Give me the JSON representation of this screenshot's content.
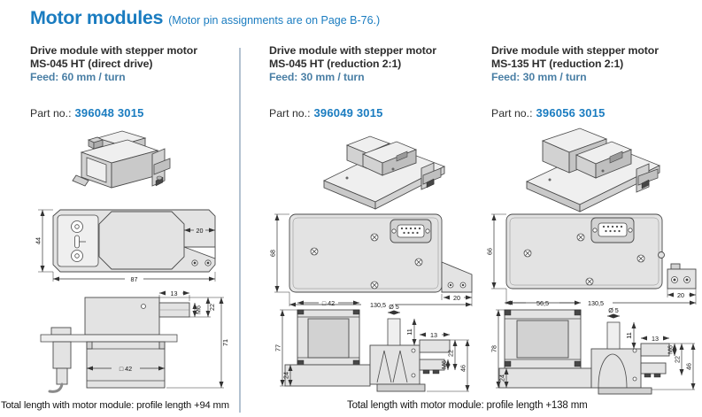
{
  "header": {
    "title": "Motor modules",
    "subtitle": "(Motor pin assignments are on Page B-76.)"
  },
  "colors": {
    "title_blue": "#1a7cc0",
    "feed_blue": "#4a7fa5",
    "text_dark": "#2e2e2e",
    "divider": "#b3c2d1",
    "drawing_fill": "#e3e3e3"
  },
  "columns": [
    {
      "title_line1": "Drive module with stepper motor",
      "title_line2": "MS-045 HT (direct drive)",
      "feed": "Feed: 60 mm / turn",
      "part_label": "Part no.:",
      "part_number": "396048 3015",
      "footer": "Total length with motor module: profile length +94 mm",
      "dims": {
        "h44": "44",
        "w87": "87",
        "w20": "20",
        "w13": "13",
        "m6": "M6",
        "h22": "22",
        "h71": "71",
        "sq42": "□ 42"
      }
    },
    {
      "title_line1": "Drive module with stepper motor",
      "title_line2": "MS-045 HT (reduction 2:1)",
      "feed": "Feed: 30 mm / turn",
      "part_label": "Part no.:",
      "part_number": "396049 3015",
      "dims": {
        "h68": "68",
        "w1305": "130,5",
        "w20": "20",
        "sq42": "□ 42",
        "h77": "77",
        "h24": "24",
        "dia5": "Ø 5",
        "h11": "11",
        "w13": "13",
        "h22": "22",
        "m6": "M6",
        "h46": "46"
      }
    },
    {
      "title_line1": "Drive module with stepper motor",
      "title_line2": "MS-135 HT (reduction 2:1)",
      "feed": "Feed: 30 mm / turn",
      "part_label": "Part no.:",
      "part_number": "396056 3015",
      "dims": {
        "h66": "66",
        "w1305": "130,5",
        "w20": "20",
        "w565": "56,5",
        "h78": "78",
        "h24": "24",
        "dia5": "Ø 5",
        "h11": "11",
        "w13": "13",
        "m6": "M6",
        "h22": "22",
        "h46": "46"
      }
    }
  ],
  "footer_right": "Total length with motor module: profile length +138 mm"
}
